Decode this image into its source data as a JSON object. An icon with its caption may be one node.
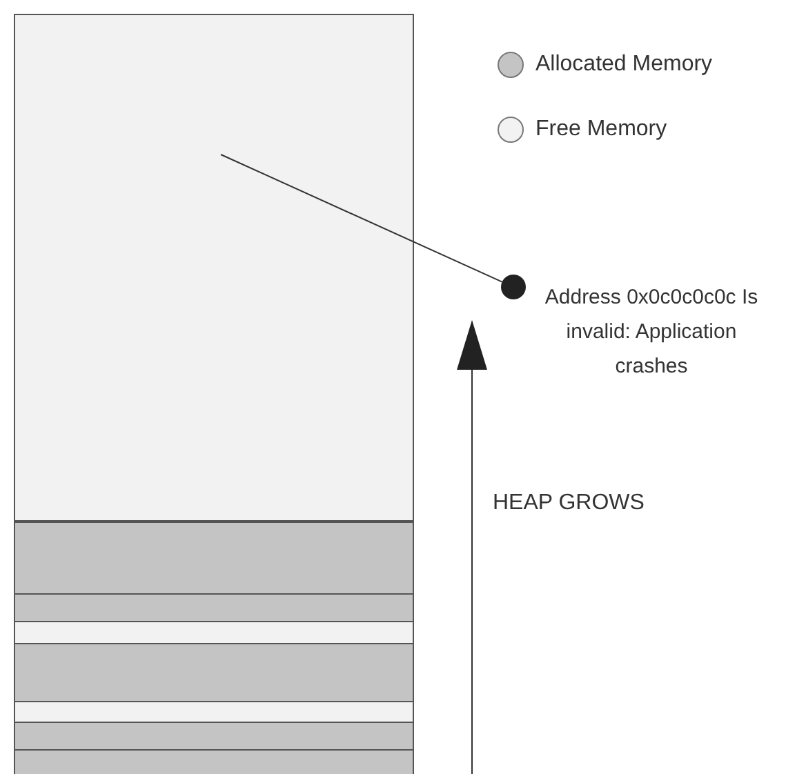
{
  "diagram": {
    "nodes": [
      {
        "text": [],
        "shape": "box"
      },
      {
        "text": [],
        "shape": "circle",
        "beside": [
          "Address 0x0c0c0c0c Is invalid: Application crashes"
        ]
      },
      {
        "text": [],
        "shape": "bar"
      },
      {
        "text": [],
        "shape": "bar"
      },
      {
        "text": [],
        "shape": "bar"
      },
      {
        "text": [],
        "shape": "bar"
      },
      {
        "text": [],
        "shape": "bar"
      },
      {
        "text": [],
        "shape": "bar"
      },
      {
        "text": [],
        "shape": "bar"
      }
    ],
    "edges": [
      {
        "from": 1,
        "to": 0,
        "arrow": "none"
      }
    ],
    "labels": [
      "HEAP GROWS"
    ],
    "legend": [
      {
        "text": "Allocated Memory",
        "color": "#c4c4c4"
      },
      {
        "text": "Free Memory",
        "color": "#f2f2f2"
      }
    ]
  }
}
